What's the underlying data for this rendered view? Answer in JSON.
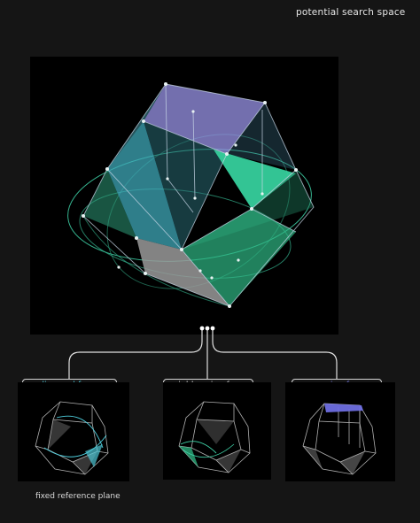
{
  "header": {
    "title": "potential search space"
  },
  "variants": [
    {
      "label": "diagonal faces",
      "color": "#4fd1e0"
    },
    {
      "label": "neighbouring faces",
      "color": "#c8c8c8"
    },
    {
      "label": "opposing faces",
      "color": "#7a7de8"
    }
  ],
  "footer": {
    "caption": "fixed reference plane"
  },
  "colors": {
    "background": "#151515",
    "panel": "#000000",
    "teal": "#3fd3a8",
    "cyan": "#4fc7d6",
    "violet": "#9a94e8",
    "grey": "#9a9a9a",
    "line": "#d8d8d8"
  }
}
